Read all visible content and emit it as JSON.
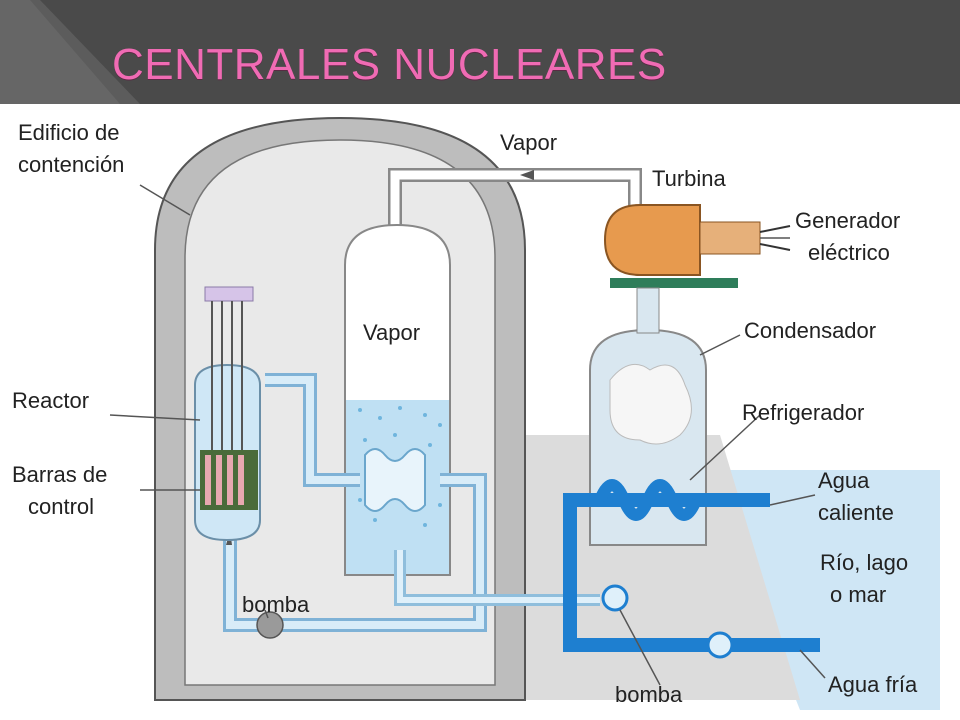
{
  "header": {
    "title": "CENTRALES NUCLEARES"
  },
  "diagram": {
    "labels": {
      "containment": [
        "Edificio de",
        "contención"
      ],
      "vapor_top": "Vapor",
      "turbine": "Turbina",
      "generator": [
        "Generador",
        "eléctrico"
      ],
      "vapor_inside": "Vapor",
      "condenser": "Condensador",
      "reactor": "Reactor",
      "cooler": "Refrigerador",
      "control_rods": [
        "Barras de",
        "control"
      ],
      "hot_water": [
        "Agua",
        "caliente"
      ],
      "river": [
        "Río, lago",
        "o mar"
      ],
      "pump_inside": "bomba",
      "pump_bottom": "bomba",
      "cold_water": "Agua fría"
    }
  }
}
